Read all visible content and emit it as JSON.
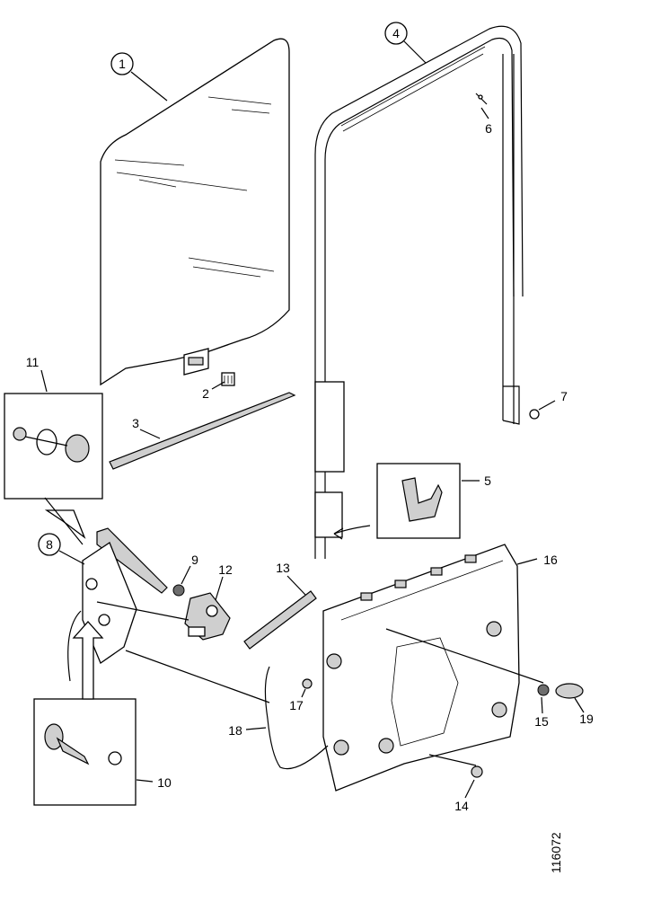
{
  "callouts": [
    {
      "id": "c1",
      "label": "1",
      "circled": true
    },
    {
      "id": "c2",
      "label": "2",
      "circled": false
    },
    {
      "id": "c3",
      "label": "3",
      "circled": false
    },
    {
      "id": "c4",
      "label": "4",
      "circled": true
    },
    {
      "id": "c5",
      "label": "5",
      "circled": false
    },
    {
      "id": "c6",
      "label": "6",
      "circled": false
    },
    {
      "id": "c7",
      "label": "7",
      "circled": false
    },
    {
      "id": "c8",
      "label": "8",
      "circled": true
    },
    {
      "id": "c9",
      "label": "9",
      "circled": false
    },
    {
      "id": "c10",
      "label": "10",
      "circled": false
    },
    {
      "id": "c11",
      "label": "11",
      "circled": false
    },
    {
      "id": "c12",
      "label": "12",
      "circled": false
    },
    {
      "id": "c13",
      "label": "13",
      "circled": false
    },
    {
      "id": "c14",
      "label": "14",
      "circled": false
    },
    {
      "id": "c15",
      "label": "15",
      "circled": false
    },
    {
      "id": "c16",
      "label": "16",
      "circled": false
    },
    {
      "id": "c17",
      "label": "17",
      "circled": false
    },
    {
      "id": "c18",
      "label": "18",
      "circled": false
    },
    {
      "id": "c19",
      "label": "19",
      "circled": false
    }
  ],
  "labels": {
    "c1": "1",
    "c2": "2",
    "c3": "3",
    "c4": "4",
    "c5": "5",
    "c6": "6",
    "c7": "7",
    "c8": "8",
    "c9": "9",
    "c10": "10",
    "c11": "11",
    "c12": "12",
    "c13": "13",
    "c14": "14",
    "c15": "15",
    "c16": "16",
    "c17": "17",
    "c18": "18",
    "c19": "19"
  },
  "reference_id": "116072"
}
